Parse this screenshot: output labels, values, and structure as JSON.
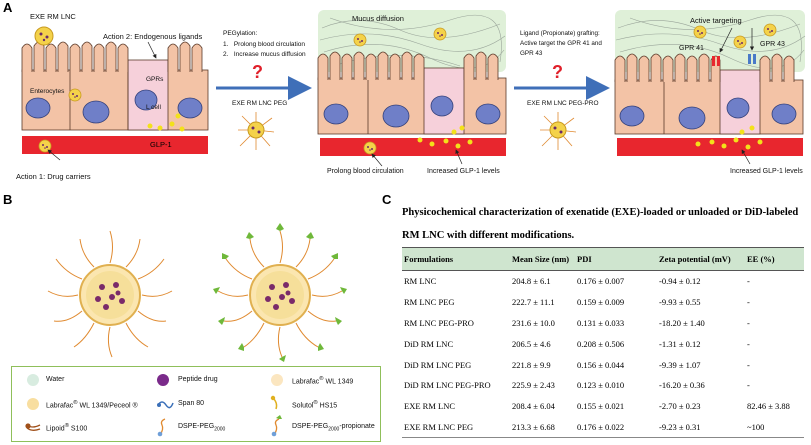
{
  "panels": {
    "a": "A",
    "b": "B",
    "c": "C"
  },
  "schematic": {
    "title": "EXE RM LNC",
    "action2": "Action 2: Endogenous ligands",
    "action1": "Action 1: Drug carriers",
    "enterocytes": "Enterocytes",
    "gprs": "GPRs",
    "l_cell": "L cell",
    "glp1": "GLP-1",
    "pegylation_title": "PEGylation:",
    "pegylation_1": "1.",
    "pegylation_1_text": "Prolong blood circulation",
    "pegylation_2": "2.",
    "pegylation_2_text": "Increase mucus diffusion",
    "question_mark": "?",
    "exe_rm_lnc_peg": "EXE RM LNC PEG",
    "mucus_diffusion": "Mucus diffusion",
    "prolong_blood": "Prolong blood circulation",
    "increased_glp1": "Increased GLP-1 levels",
    "ligand_line1": "Ligand (Propionate) grafting:",
    "ligand_line2": "Active target the GPR 41 and",
    "ligand_line3": "GPR 43",
    "exe_rm_lnc_peg_pro": "EXE RM LNC PEG-PRO",
    "active_targeting": "Active targeting",
    "gpr41": "GPR 41",
    "gpr43": "GPR 43",
    "increased_glp1_2": "Increased GLP-1 levels"
  },
  "legend": {
    "water": "Water",
    "peptide": "Peptide drug",
    "labrafac": "Labrafac",
    "labrafac_sup": "®",
    "labrafac_rest": " WL 1349",
    "labrafac_peceol": "Labrafac",
    "labrafac_peceol_sup": "®",
    "labrafac_peceol_rest": " WL 1349/Peceol ®",
    "span80": "Span 80",
    "solutol": "Solutol",
    "solutol_sup": "®",
    "solutol_rest": " HS15",
    "lipoid": "Lipoid",
    "lipoid_sup": "®",
    "lipoid_rest": " S100",
    "dspe_peg": "DSPE-PEG",
    "dspe_peg_sub": "2000",
    "dspe_peg_pro": "DSPE-PEG",
    "dspe_peg_pro_sub": "2000",
    "dspe_peg_pro_rest": "-propionate"
  },
  "table": {
    "title": "Physicochemical characterization of exenatide (EXE)-loaded or unloaded or DiD-labeled RM LNC with different modifications.",
    "headers": [
      "Formulations",
      "Mean Size (nm)",
      "PDI",
      "Zeta potential (mV)",
      "EE (%)"
    ],
    "rows": [
      [
        "RM LNC",
        "204.8 ± 6.1",
        "0.176 ± 0.007",
        "-0.94 ± 0.12",
        "-"
      ],
      [
        "RM LNC PEG",
        "222.7 ± 11.1",
        "0.159 ± 0.009",
        "-9.93 ± 0.55",
        "-"
      ],
      [
        "RM LNC PEG-PRO",
        "231.6 ± 10.0",
        "0.131 ± 0.033",
        "-18.20 ± 1.40",
        "-"
      ],
      [
        "DiD RM LNC",
        "206.5 ± 4.6",
        "0.208 ± 0.506",
        "-1.31 ± 0.12",
        "-"
      ],
      [
        "DiD RM LNC PEG",
        "221.8 ± 9.9",
        "0.156 ± 0.044",
        "-9.39 ± 1.07",
        "-"
      ],
      [
        "DiD RM LNC PEG-PRO",
        "225.9 ± 2.43",
        "0.123 ± 0.010",
        "-16.20 ± 0.36",
        "-"
      ],
      [
        "EXE RM LNC",
        "208.4 ± 6.04",
        "0.155 ± 0.021",
        "-2.70 ± 0.23",
        "82.46 ± 3.88"
      ],
      [
        "EXE RM LNC PEG",
        "213.3 ± 6.68",
        "0.176 ± 0.022",
        "-9.23 ± 0.31",
        "~100"
      ]
    ]
  },
  "colors": {
    "cell_fill": "#f3c3a6",
    "l_cell_fill": "#f6d0da",
    "nucleus": "#6f7fc8",
    "blood": "#e8262e",
    "mucus": "#dff0d8",
    "arrow": "#3f6fb8",
    "glp1_dot": "#f3e11a",
    "legend_border": "#8fbf5a",
    "header_fill": "#cfe5cf"
  }
}
